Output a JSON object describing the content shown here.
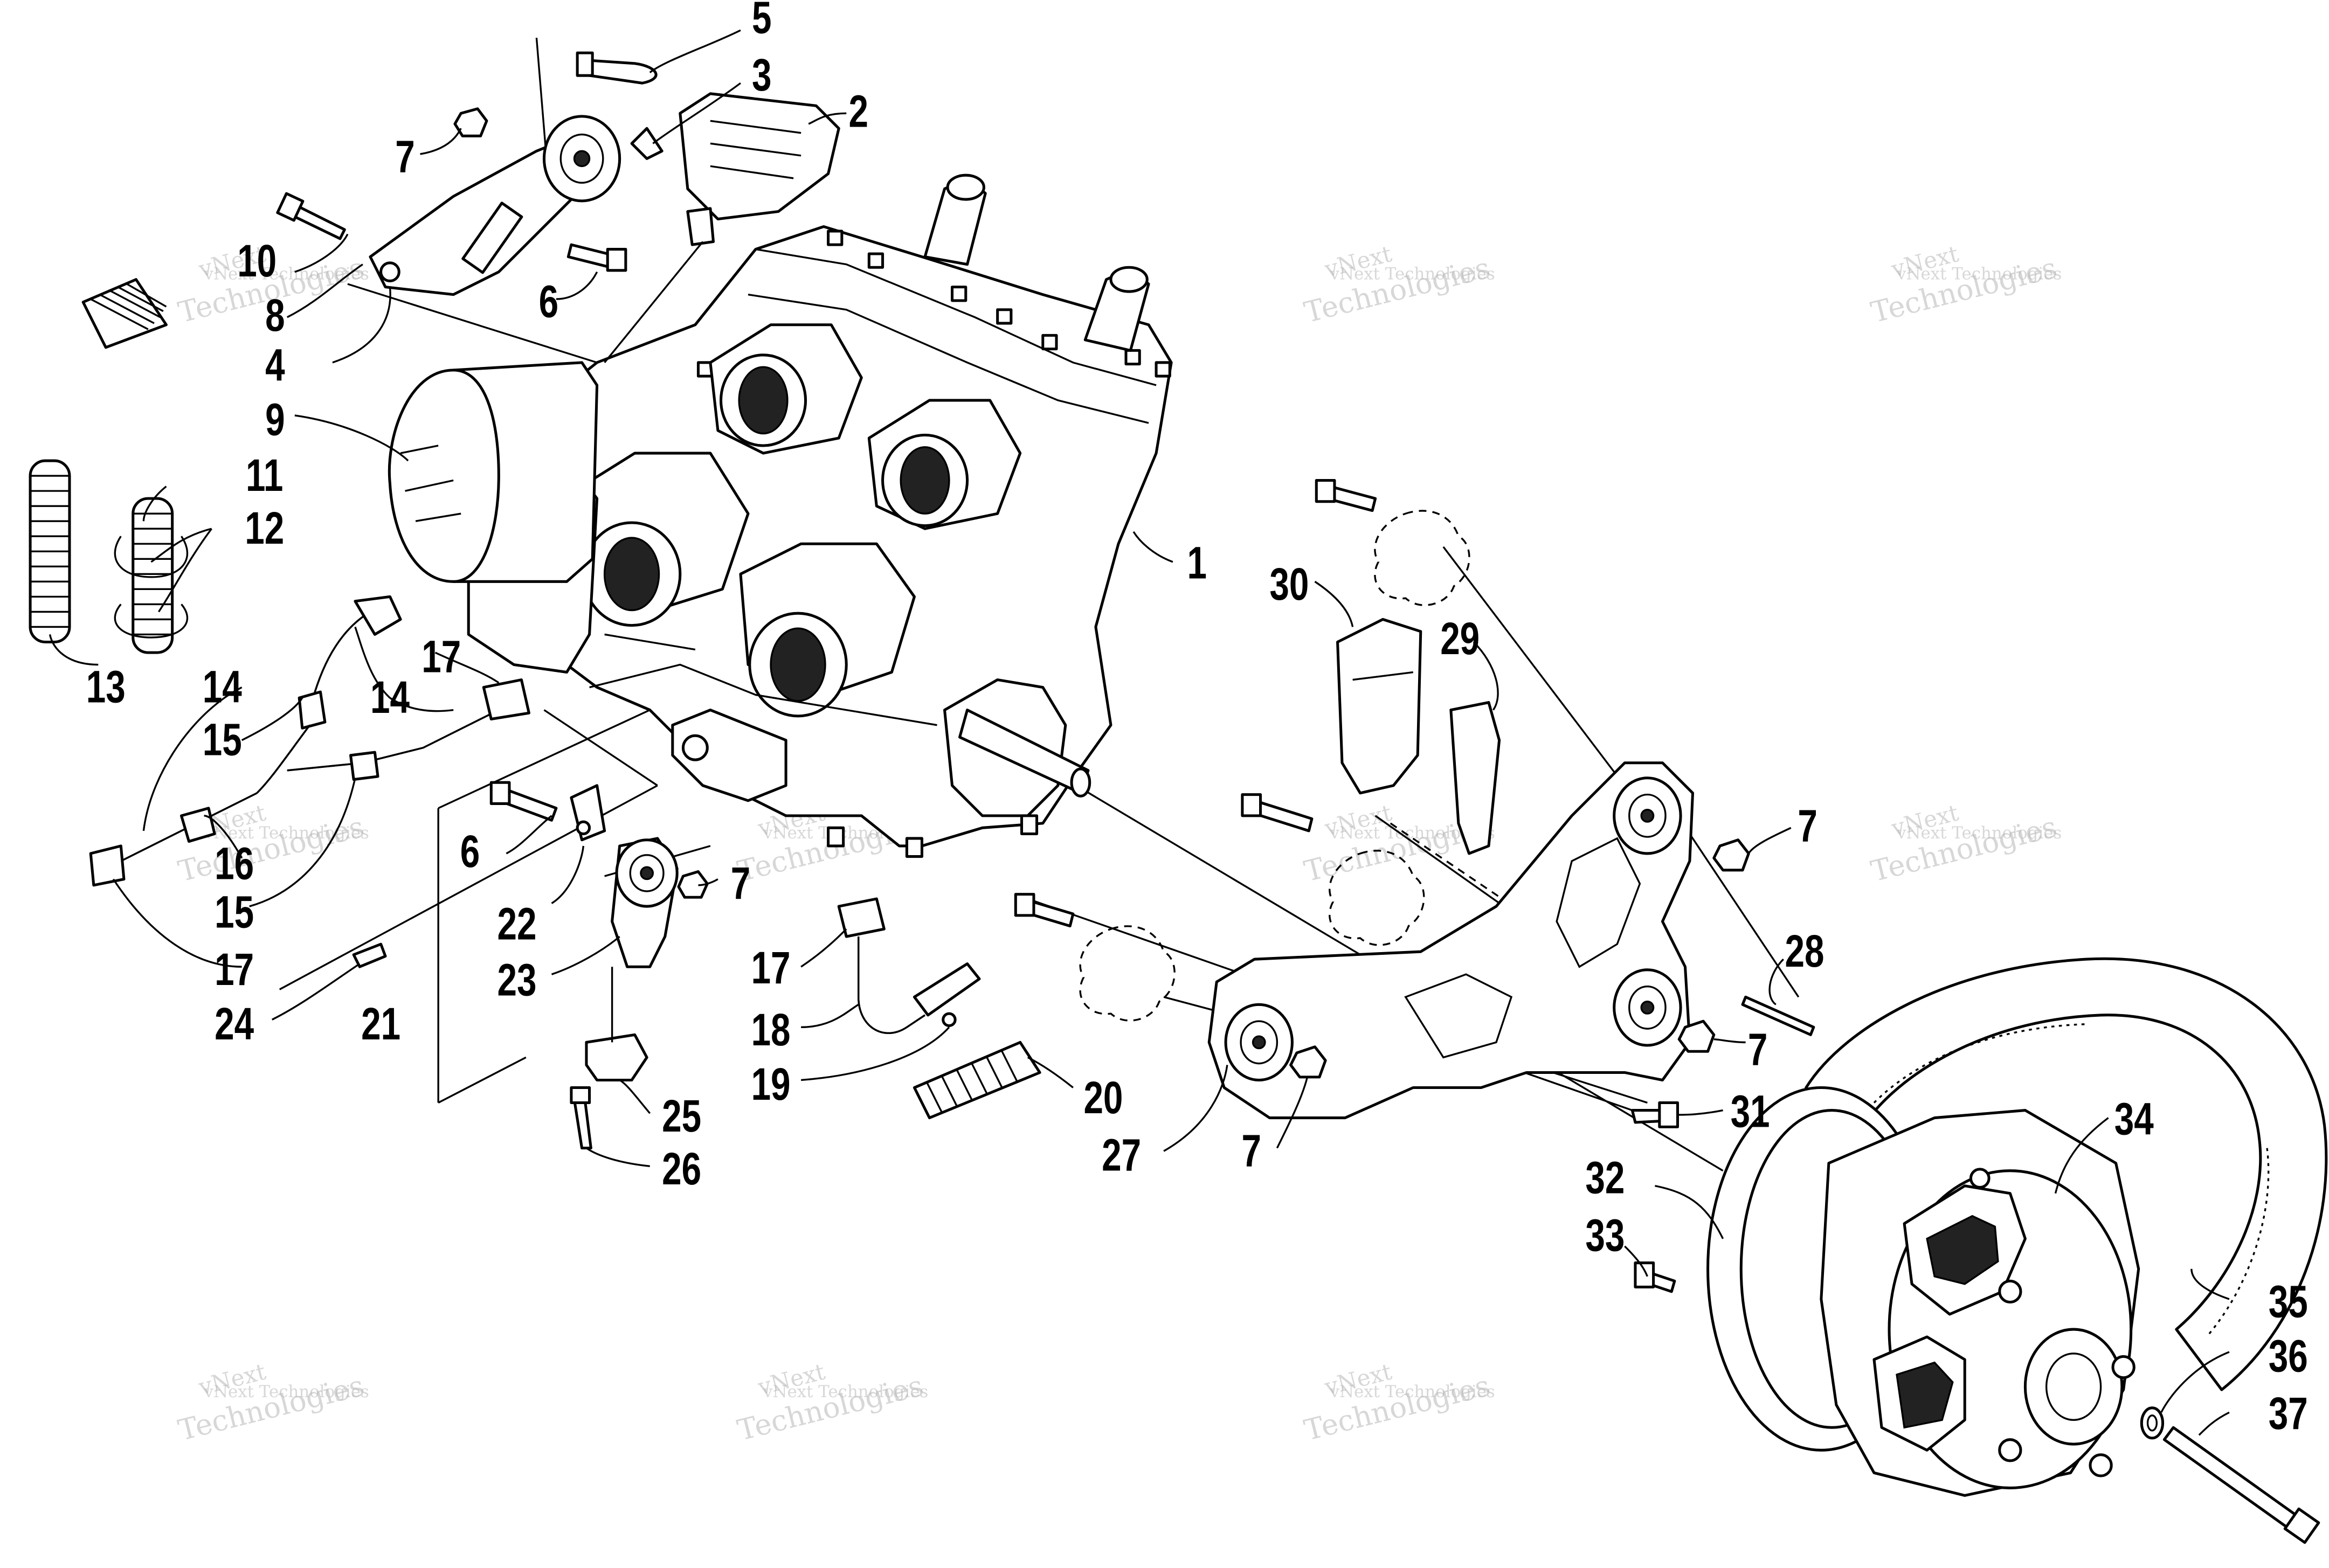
{
  "watermark": {
    "line1": "vNext Technologies",
    "line2": "vNext",
    "line3": "Technologies"
  },
  "callouts": [
    "1",
    "2",
    "3",
    "4",
    "5",
    "6",
    "7",
    "8",
    "9",
    "10",
    "11",
    "12",
    "13",
    "14",
    "15",
    "16",
    "17",
    "18",
    "19",
    "20",
    "21",
    "22",
    "23",
    "24",
    "25",
    "26",
    "27",
    "28",
    "29",
    "30",
    "31",
    "32",
    "33",
    "34",
    "35",
    "36",
    "37"
  ]
}
